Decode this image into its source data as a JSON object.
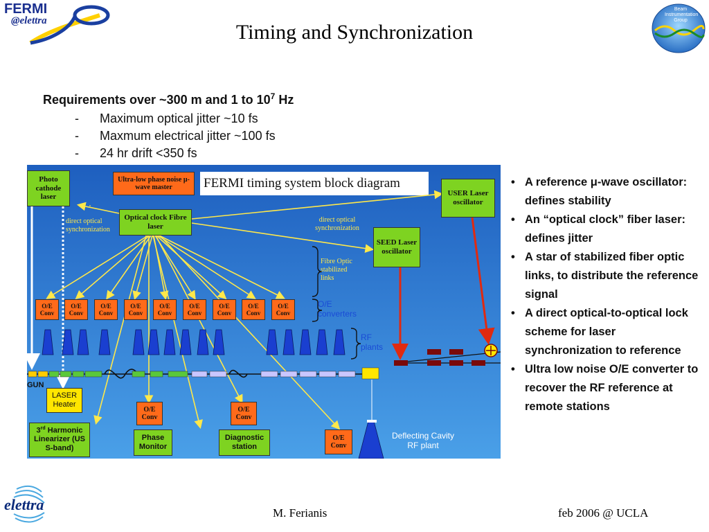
{
  "slide": {
    "title": "Timing and Synchronization",
    "footer_author": "M. Ferianis",
    "footer_date": "feb 2006 @ UCLA"
  },
  "logos": {
    "fermi_text": "FERMI",
    "fermi_sub": "@elettra",
    "elettra_bottom": "elettra",
    "group_badge": "Beam Instrumentation Group"
  },
  "requirements": {
    "heading_pre": "Requirements over ~300 m and 1 to 10",
    "heading_sup": "7",
    "heading_post": " Hz",
    "items": [
      "Maximum optical jitter  ~10 fs",
      "Maxmum electrical jitter ~100 fs",
      "24 hr drift <350 fs"
    ]
  },
  "diagram": {
    "title": "FERMI timing system block diagram",
    "photo_cathode": "Photo cathode laser",
    "master": "Ultra-low phase noise μ-wave master",
    "optical_clock": "Optical clock Fibre laser",
    "user_laser": "USER Laser oscillator",
    "seed_laser": "SEED Laser oscillator",
    "oe_conv": "O/E Conv",
    "oe_count": 9,
    "labels": {
      "direct_optical_left": "direct optical synchronization",
      "direct_optical_right": "direct optical synchronization",
      "fibre_links": "Fibre Optic stabilized links",
      "oe_converters": "O/E converters",
      "rf_plants": "RF plants",
      "gun": "GUN",
      "laser_heater": "LASER Heater",
      "harmonic_pre": "3",
      "harmonic_sup": "rd",
      "harmonic_post": " Harmonic Linearizer (US S-band)",
      "oe_conv_a": "O/E Conv",
      "oe_conv_b": "O/E Conv",
      "oe_conv_c": "O/E Conv",
      "phase_monitor": "Phase Monitor",
      "diagnostic": "Diagnostic station",
      "deflecting": "Deflecting Cavity RF plant"
    }
  },
  "bullets": [
    "A reference μ-wave oscillator: defines stability",
    "An “optical clock” fiber laser: defines jitter",
    "A star of stabilized fiber optic links, to distribute the reference signal",
    "A direct optical-to-optical lock scheme for laser synchronization to reference",
    "Ultra low noise O/E converter to recover the RF reference at remote stations"
  ],
  "colors": {
    "diagram_top": "#1e5fbf",
    "diagram_bottom": "#4aa0e8",
    "green_box": "#7ed321",
    "orange_box": "#ff6a1a",
    "arrow_yellow": "#ffe84a",
    "arrow_red": "#e02a10"
  }
}
